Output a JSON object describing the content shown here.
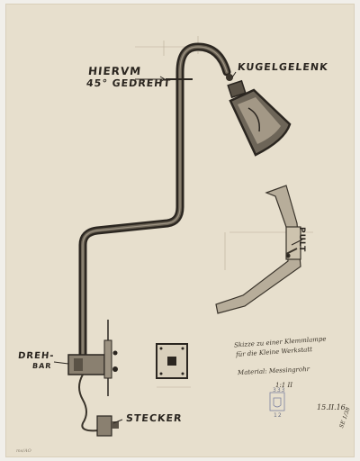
{
  "sketch": {
    "label_rotation_line1": "HIERVM",
    "label_rotation_line2": "45° GEDREHT",
    "label_ball_joint": "KUGELGELENK",
    "label_desk": "PULT",
    "label_rotatable_line1": "DREH-",
    "label_rotatable_line2": "BAR",
    "label_plug": "STECKER",
    "note_line1": "Skizze zu einer Klemmlampe",
    "note_line2": "für die Kleine Werkstatt",
    "note_line3": "Material: Messingrohr",
    "note_scale": "1:1 II",
    "date": "15.II.16.",
    "stamp_number": "12",
    "stamp_top": "333",
    "corner_mark": "SE 1/38",
    "bottom_left_mark": "ms/AO"
  },
  "colors": {
    "paper": "#e7dfcd",
    "ink": "#2b2620",
    "stamp": "#7a80a0"
  }
}
